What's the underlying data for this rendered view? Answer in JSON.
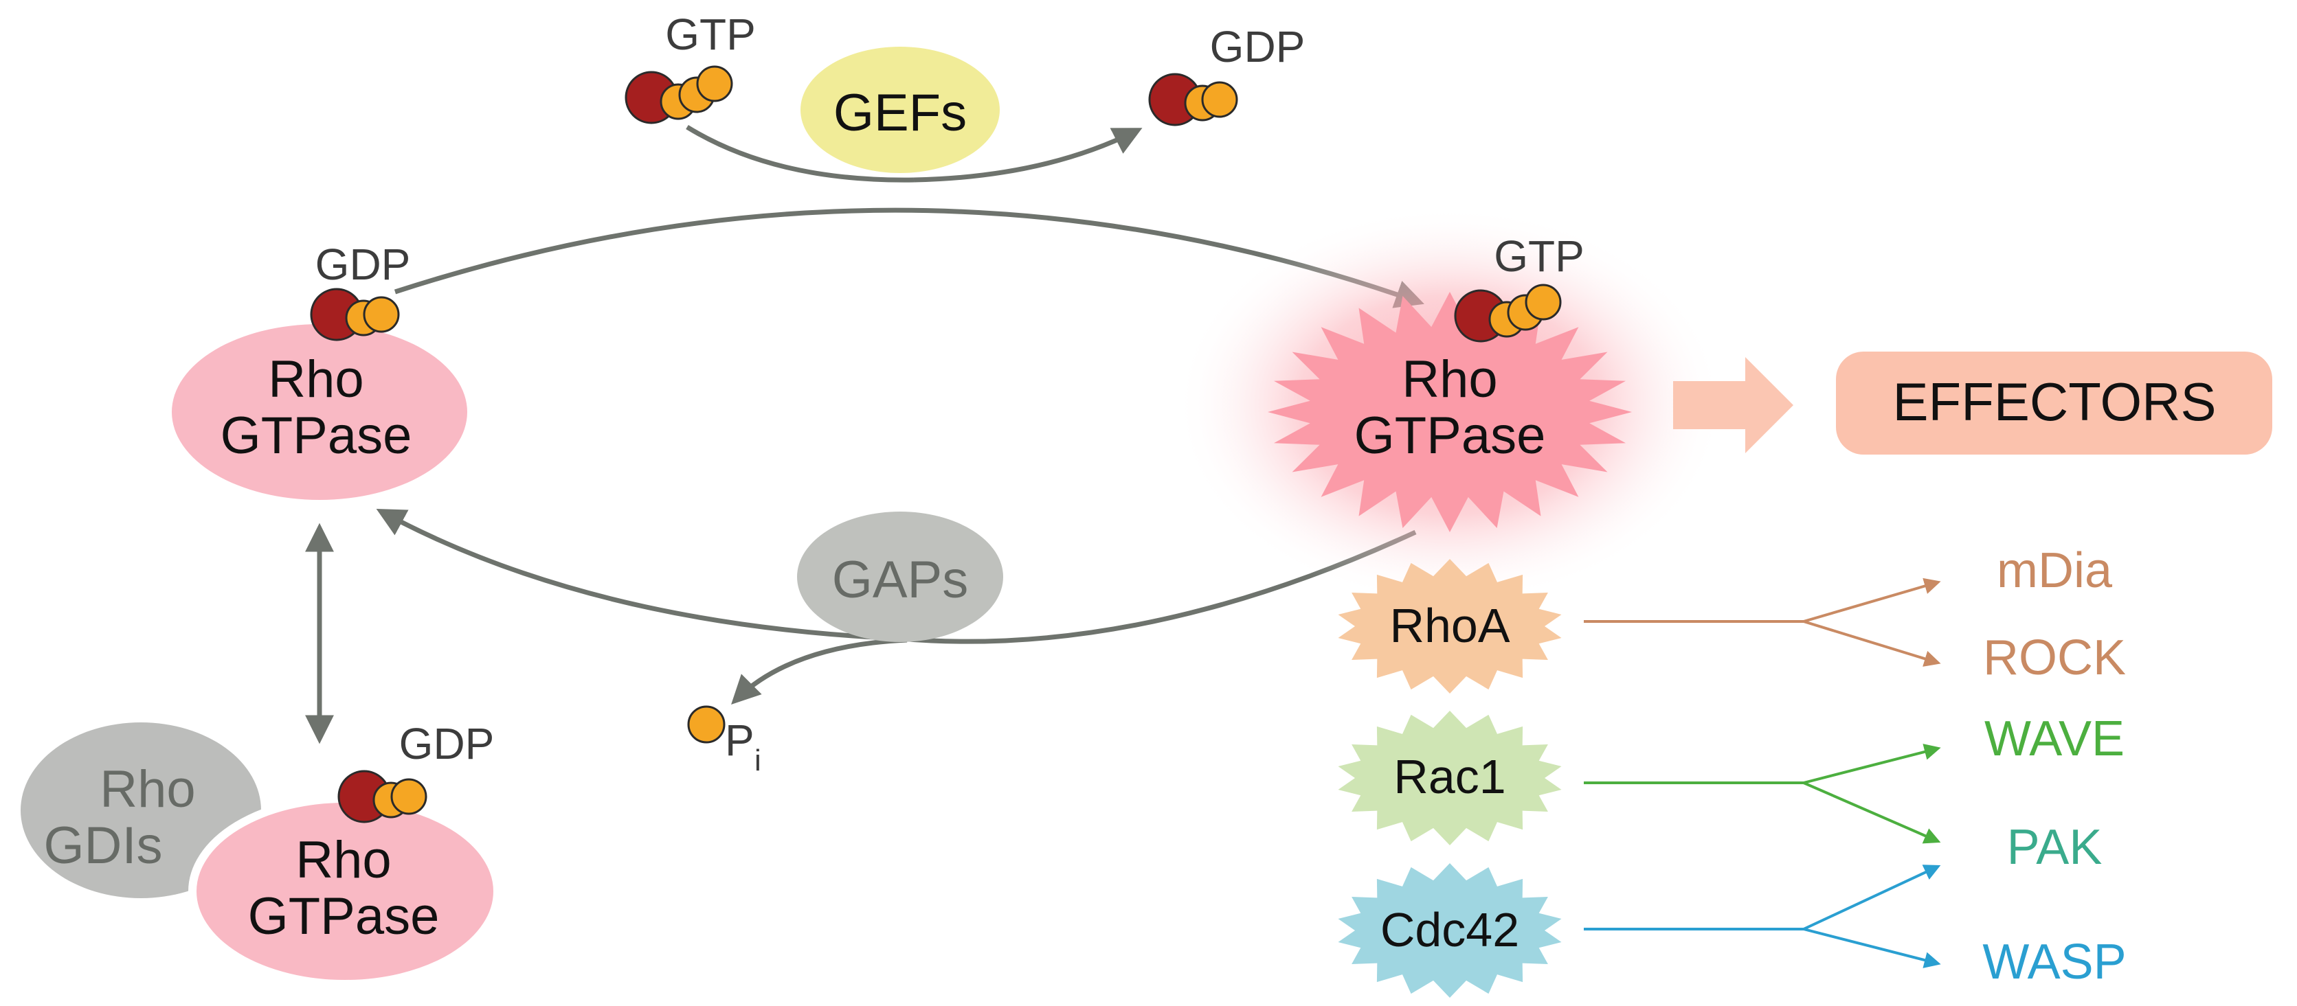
{
  "gtp_label": "GTP",
  "gdp_label": "GDP",
  "gefs_label": "GEFs",
  "gaps_label": "GAPs",
  "pi_label": "P",
  "pi_sub": "i",
  "rho_word": "Rho",
  "gtpase_word": "GTPase",
  "gdis_rho": "Rho",
  "gdis_word": "GDIs",
  "effectors_label": "EFFECTORS",
  "rho_family": [
    {
      "name": "RhoA",
      "color": "#f7c9a0",
      "line_color": "#c98a63",
      "effectors": [
        "mDia",
        "ROCK"
      ]
    },
    {
      "name": "Rac1",
      "color": "#cfe5b4",
      "line_color": "#4caf3f",
      "effectors": [
        "WAVE",
        "PAK"
      ]
    },
    {
      "name": "Cdc42",
      "color": "#9fd6e1",
      "line_color": "#2a9fd1",
      "effectors": [
        "WASP"
      ]
    }
  ],
  "colors": {
    "gdp_bound": "#f9b9c4",
    "gtp_bound": "#fb9ba8",
    "gefs": "#f1ec98",
    "gaps": "#bfc1bd",
    "gdis": "#bcbdbb",
    "effectors_box": "#fbc2ad",
    "effectors_arrow": "#fbc6b2",
    "arrow": "#6e736d",
    "guanosine": "#a51f1f",
    "phosphate": "#f5a623",
    "mdia": "#c98a63",
    "rock": "#c98a63",
    "wave": "#4caf3f",
    "pak": "#3aab8c",
    "wasp": "#2a9fd1"
  }
}
